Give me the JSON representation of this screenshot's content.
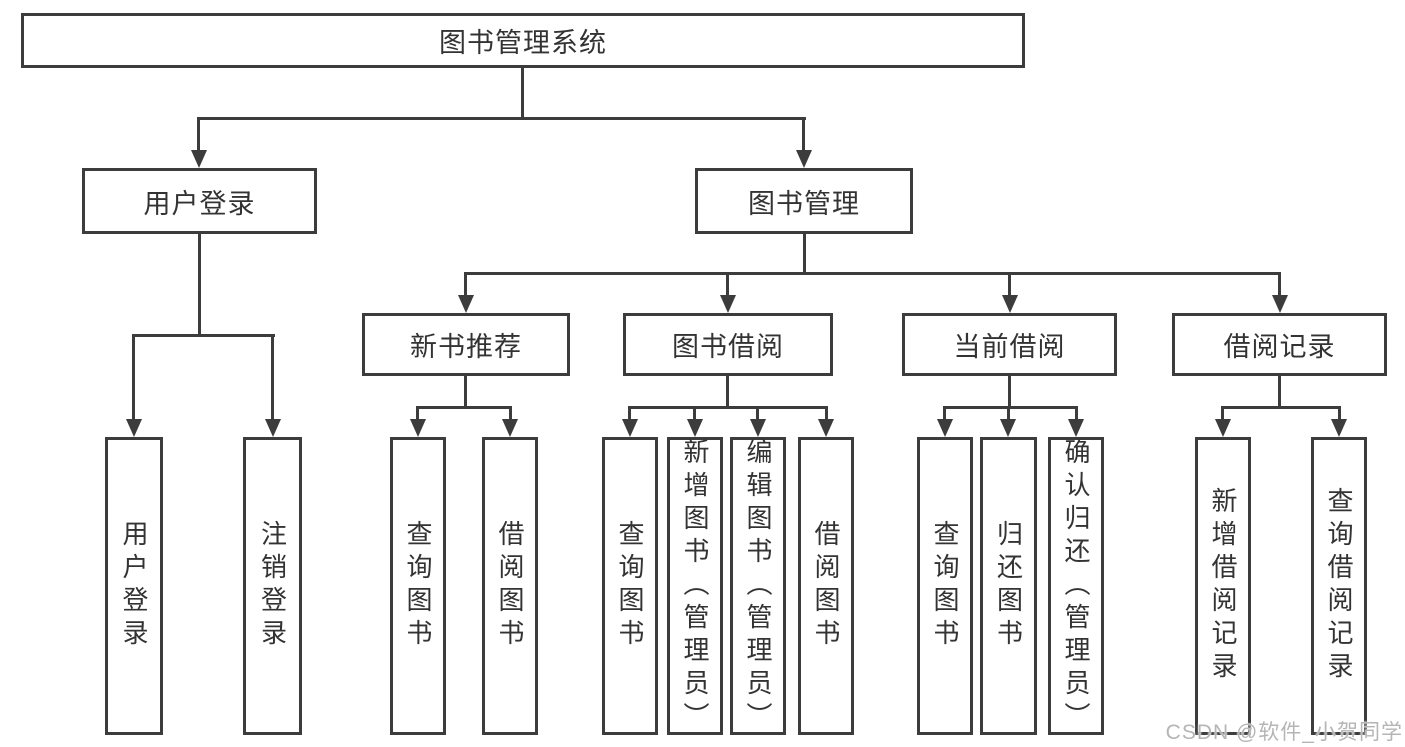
{
  "diagram": {
    "title": "图书管理系统",
    "root": {
      "label": "图书管理系统",
      "children": [
        {
          "label": "用户登录",
          "children": [
            {
              "label": "用户登录"
            },
            {
              "label": "注销登录"
            }
          ]
        },
        {
          "label": "图书管理",
          "children": [
            {
              "label": "新书推荐",
              "children": [
                {
                  "label": "查询图书"
                },
                {
                  "label": "借阅图书"
                }
              ]
            },
            {
              "label": "图书借阅",
              "children": [
                {
                  "label": "查询图书"
                },
                {
                  "label": "新增图书（管理员）"
                },
                {
                  "label": "编辑图书（管理员）"
                },
                {
                  "label": "借阅图书"
                }
              ]
            },
            {
              "label": "当前借阅",
              "children": [
                {
                  "label": "查询图书"
                },
                {
                  "label": "归还图书"
                },
                {
                  "label": "确认归还（管理员）"
                }
              ]
            },
            {
              "label": "借阅记录",
              "children": [
                {
                  "label": "新增借阅记录"
                },
                {
                  "label": "查询借阅记录"
                }
              ]
            }
          ]
        }
      ]
    }
  },
  "watermark": {
    "text": "CSDN @软件_小贺同学"
  },
  "colors": {
    "line": "#3c3c3c",
    "text": "#333333",
    "canvas": "#ffffff",
    "box_fill": "#ffffff",
    "watermark": "#b5b5b5"
  }
}
